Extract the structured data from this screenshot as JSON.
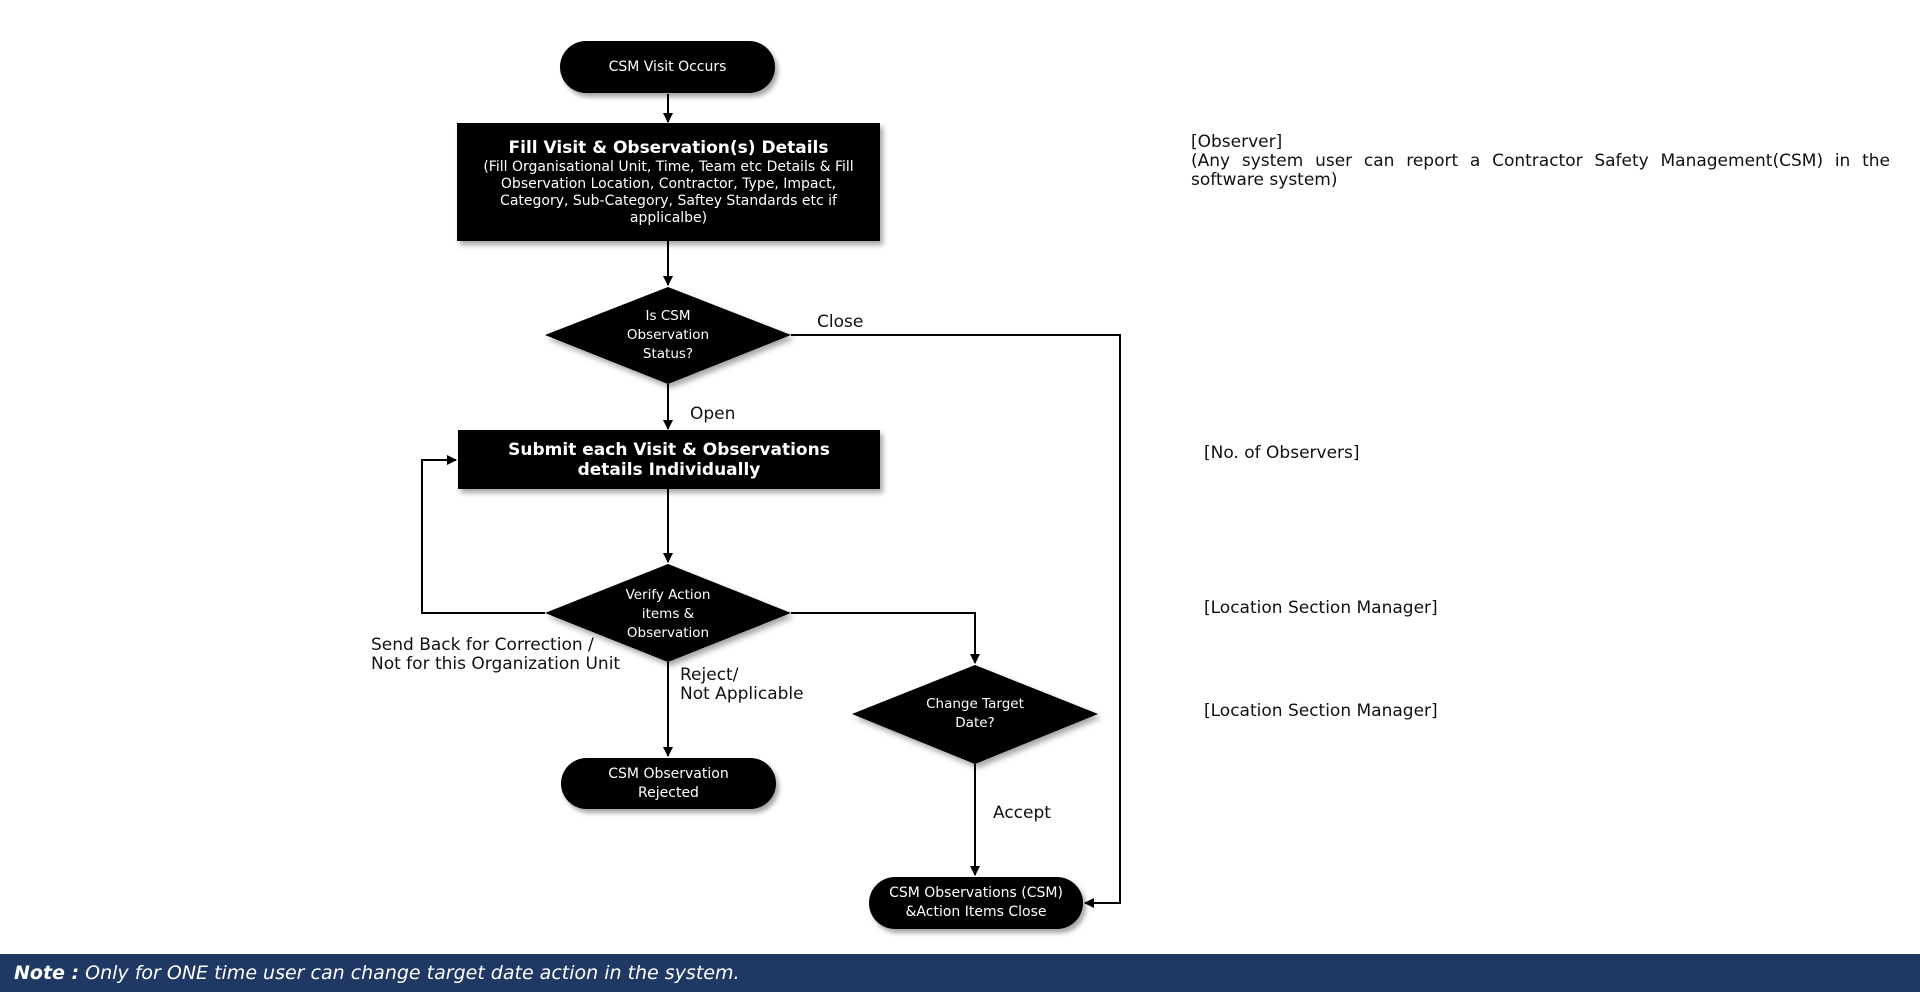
{
  "nodes": {
    "start": "CSM Visit Occurs",
    "fill_title": "Fill Visit &  Observation(s) Details",
    "fill_desc": "(Fill Organisational Unit, Time, Team etc Details &  Fill Observation Location, Contractor, Type, Impact, Category, Sub-Category, Saftey Standards etc if applicalbe)",
    "status_decision": "Is CSM Observation Status?",
    "submit": "Submit each Visit & Observations details Individually",
    "verify_decision": "Verify Action items & Observation",
    "change_target_decision": "Change Target Date?",
    "rejected": "CSM Observation Rejected",
    "close": "CSM Observations  (CSM) &Action Items Close"
  },
  "edge_labels": {
    "close": "Close",
    "open": "Open",
    "send_back_1": "Send Back for Correction /",
    "send_back_2": "Not for this Organization Unit",
    "reject_1": "Reject/",
    "reject_2": "Not Applicable",
    "accept": "Accept"
  },
  "roles": {
    "observer": "[Observer]",
    "observer_desc": "(Any system user can report a Contractor Safety Management(CSM) in the software system)",
    "no_observers": "[No. of Observers]",
    "location_manager_1": "[Location Section Manager]",
    "location_manager_2": "[Location Section Manager]"
  },
  "note": {
    "label": "Note :",
    "text": "Only for ONE time user can change target date action in the system."
  },
  "colors": {
    "node_fill": "#000000",
    "note_bar": "#1f3864"
  }
}
